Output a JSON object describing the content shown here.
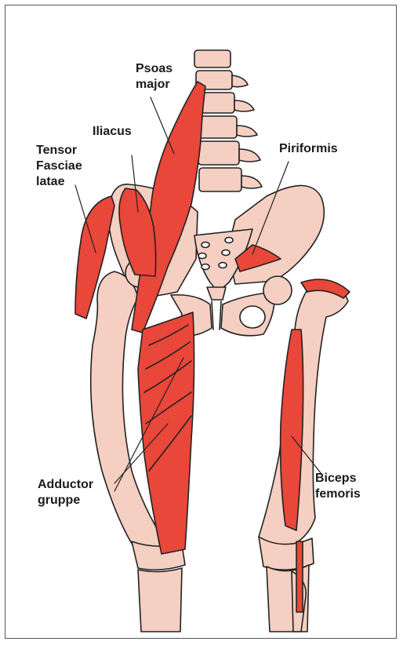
{
  "labels": {
    "psoas_major": "Psoas\nmajor",
    "iliacus": "Iliacus",
    "tensor": "Tensor\nFasciae\nlatae",
    "piriformis": "Piriformis",
    "adductor": "Adductor\ngruppe",
    "biceps": "Biceps\nfemoris"
  },
  "colors": {
    "muscle": "#e8473a",
    "bone": "#f5cfc2",
    "outline": "#222222",
    "background": "#ffffff"
  }
}
